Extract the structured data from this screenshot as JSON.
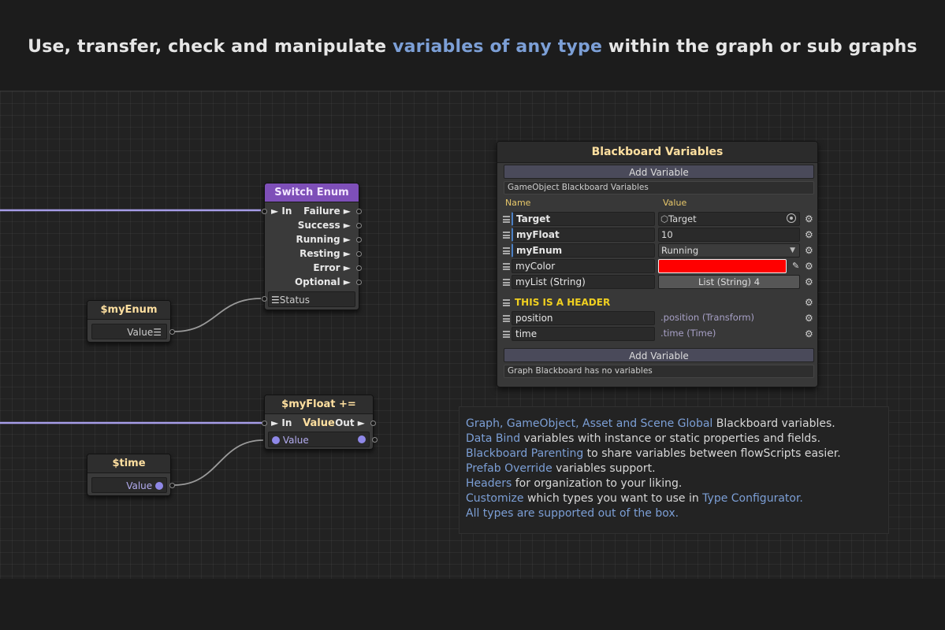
{
  "headline": {
    "before": "Use, transfer, check and manipulate ",
    "highlight": "variables of any type",
    "after": " within the graph or sub graphs"
  },
  "switch_node": {
    "title": "Switch Enum",
    "in_label": "In",
    "outputs": [
      "Failure",
      "Success",
      "Running",
      "Resting",
      "Error",
      "Optional"
    ],
    "status_label": "Status"
  },
  "enum_var_node": {
    "title": "$myEnum",
    "value_label": "Value"
  },
  "float_node": {
    "title": "$myFloat += Value",
    "in_label": "In",
    "out_label": "Out",
    "value_label": "Value"
  },
  "time_node": {
    "title": "$time",
    "value_label": "Value"
  },
  "blackboard": {
    "title": "Blackboard Variables",
    "add_variable_label": "Add Variable",
    "gameobject_section_label": "GameObject Blackboard Variables",
    "col_name": "Name",
    "col_value": "Value",
    "rows": [
      {
        "name": "Target",
        "value": "Target"
      },
      {
        "name": "myFloat",
        "value": "10"
      },
      {
        "name": "myEnum",
        "value": "Running"
      },
      {
        "name": "myColor",
        "value": "",
        "color": "#ff0000"
      },
      {
        "name": "myList (String)",
        "value": "List (String) 4"
      }
    ],
    "header_label": "THIS IS A HEADER",
    "bound_rows": [
      {
        "name": "position",
        "value": ".position (Transform)"
      },
      {
        "name": "time",
        "value": ".time (Time)"
      }
    ],
    "add_variable_label_2": "Add Variable",
    "graph_section_label": "Graph Blackboard has no variables"
  },
  "info": {
    "lines": [
      {
        "hl": "Graph, GameObject, Asset and Scene Global",
        "rest": " Blackboard variables."
      },
      {
        "hl": "Data Bind",
        "rest": " variables with instance or static properties and fields."
      },
      {
        "hl": "Blackboard Parenting",
        "rest": " to share variables between flowScripts easier."
      },
      {
        "hl": "Prefab Override",
        "rest": " variables support."
      },
      {
        "hl": "Headers",
        "rest": " for organization to your liking."
      },
      {
        "hl": "Customize",
        "rest": " which types you want to use in ",
        "hl2": "Type Configurator."
      },
      {
        "hl": "All types are supported out of the box.",
        "rest": ""
      }
    ]
  },
  "colors": {
    "accent": "#7c9fd6",
    "wire": "#8f88e8",
    "switch_title": "#7e4fb8",
    "header_yellow": "#f0d020"
  }
}
